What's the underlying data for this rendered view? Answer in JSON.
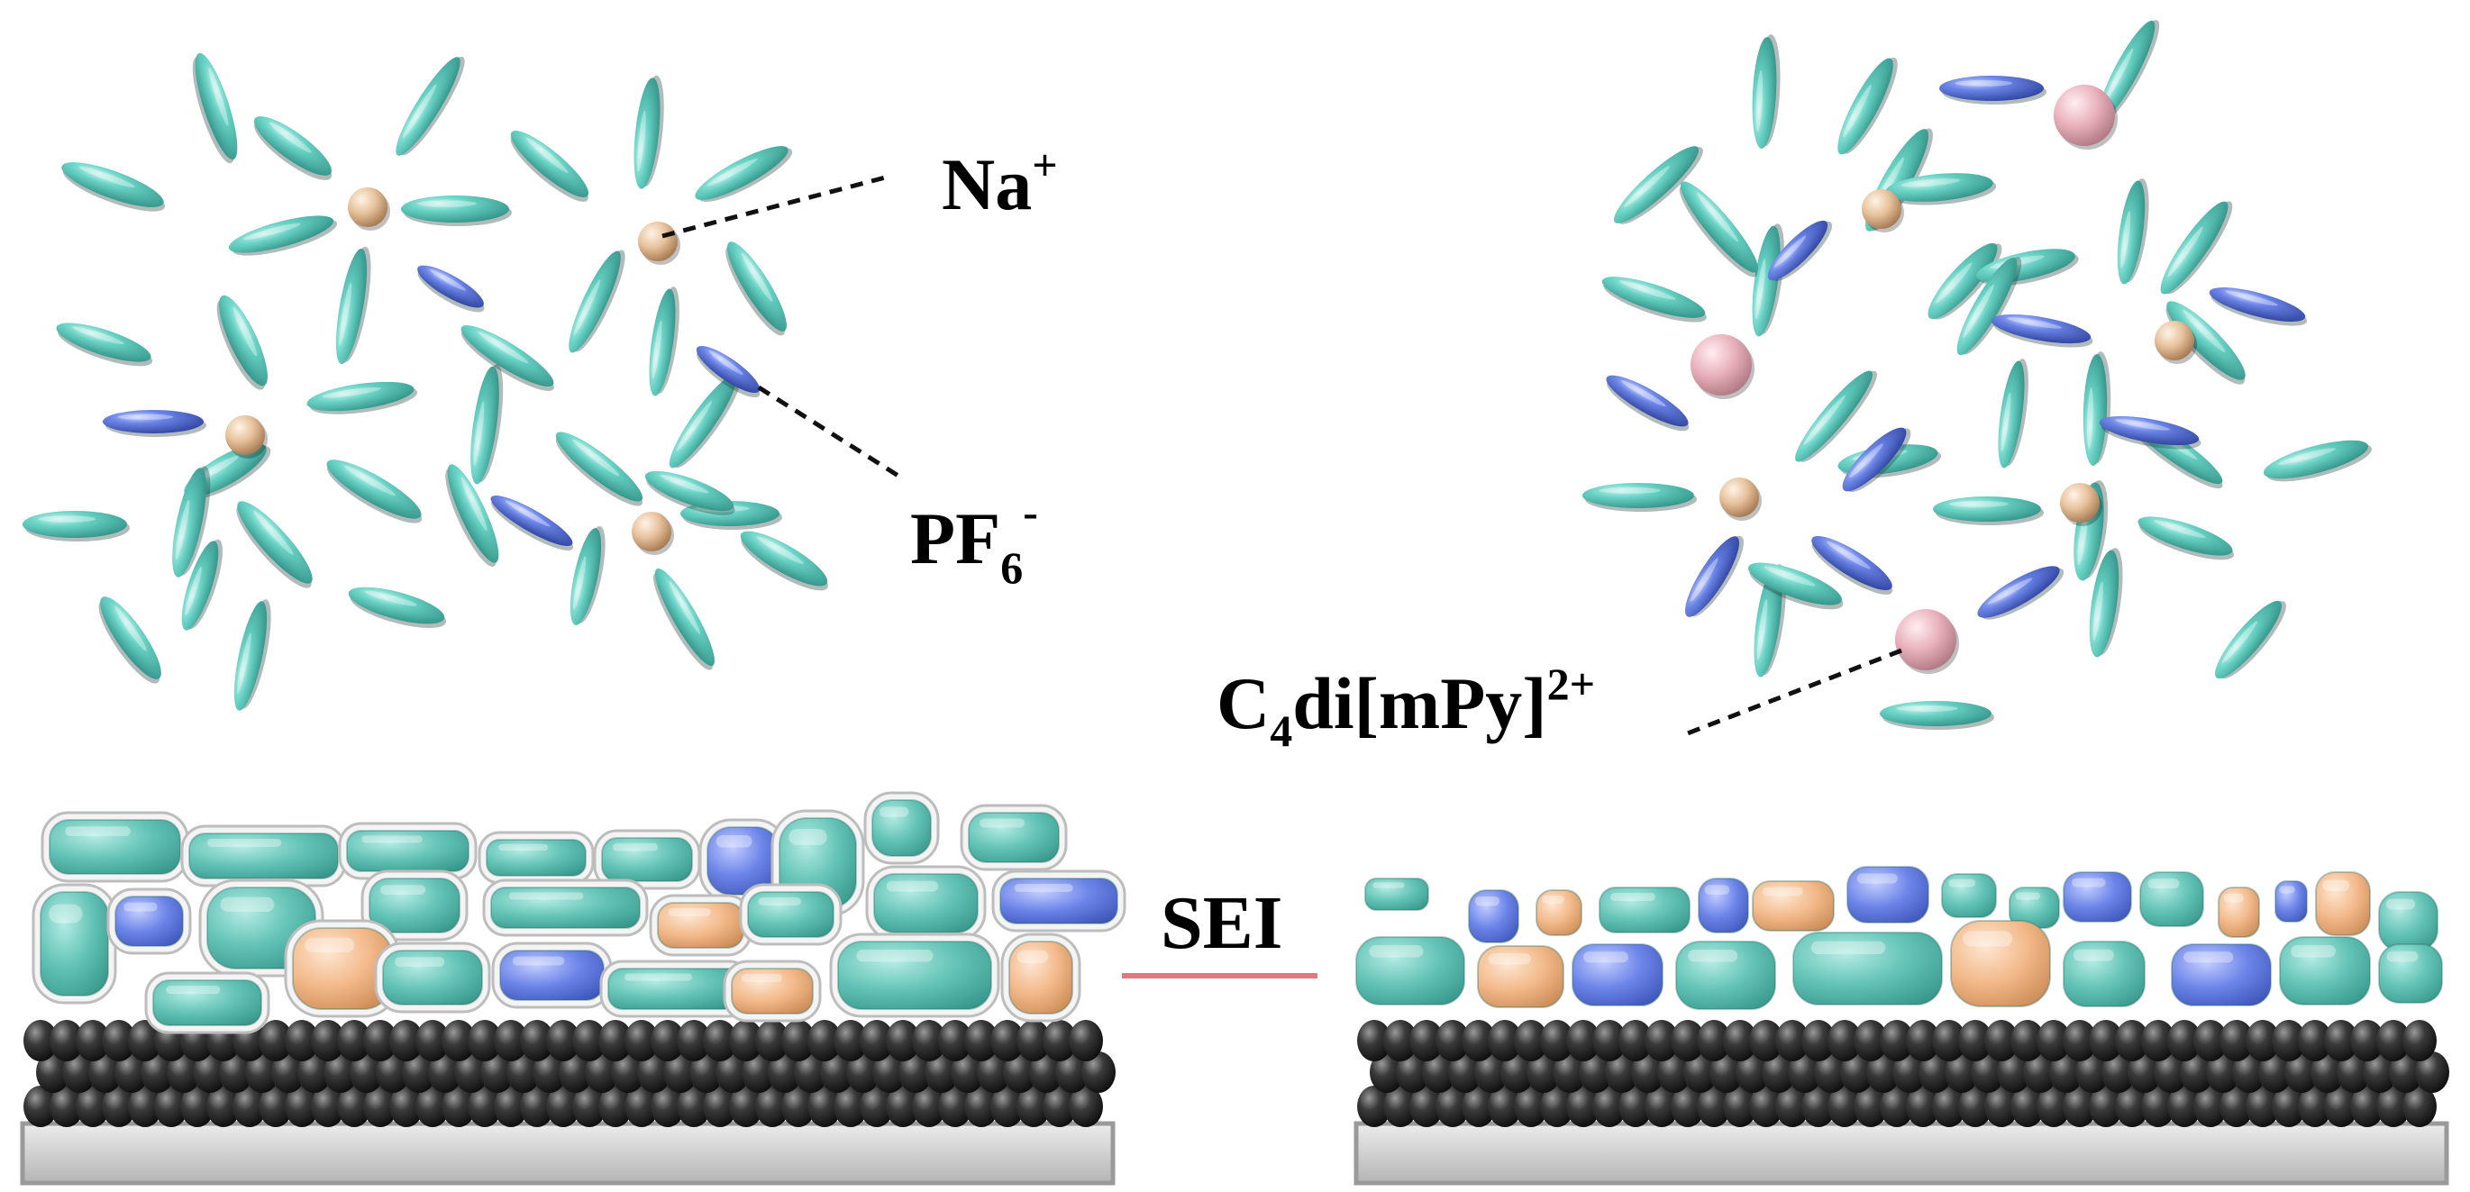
{
  "labels": {
    "na": "Na",
    "na_sup": "+",
    "pf": "PF",
    "pf_sub": "6",
    "pf_sup": "-",
    "c4": "C",
    "c4_sub": "4",
    "c4_mid": "di[mPy]",
    "c4_sup": "2+",
    "sei": "SEI"
  },
  "colors": {
    "solvent": "#5ec9bd",
    "pf6": "#5b74d8",
    "na": "#e8c3a0",
    "c4dimpy": "#e9b1bb",
    "sei_line": "#e07a80",
    "carbon": "#333333",
    "current_collector": "#c8c8c8",
    "sei_orange": "#f3b98a"
  }
}
